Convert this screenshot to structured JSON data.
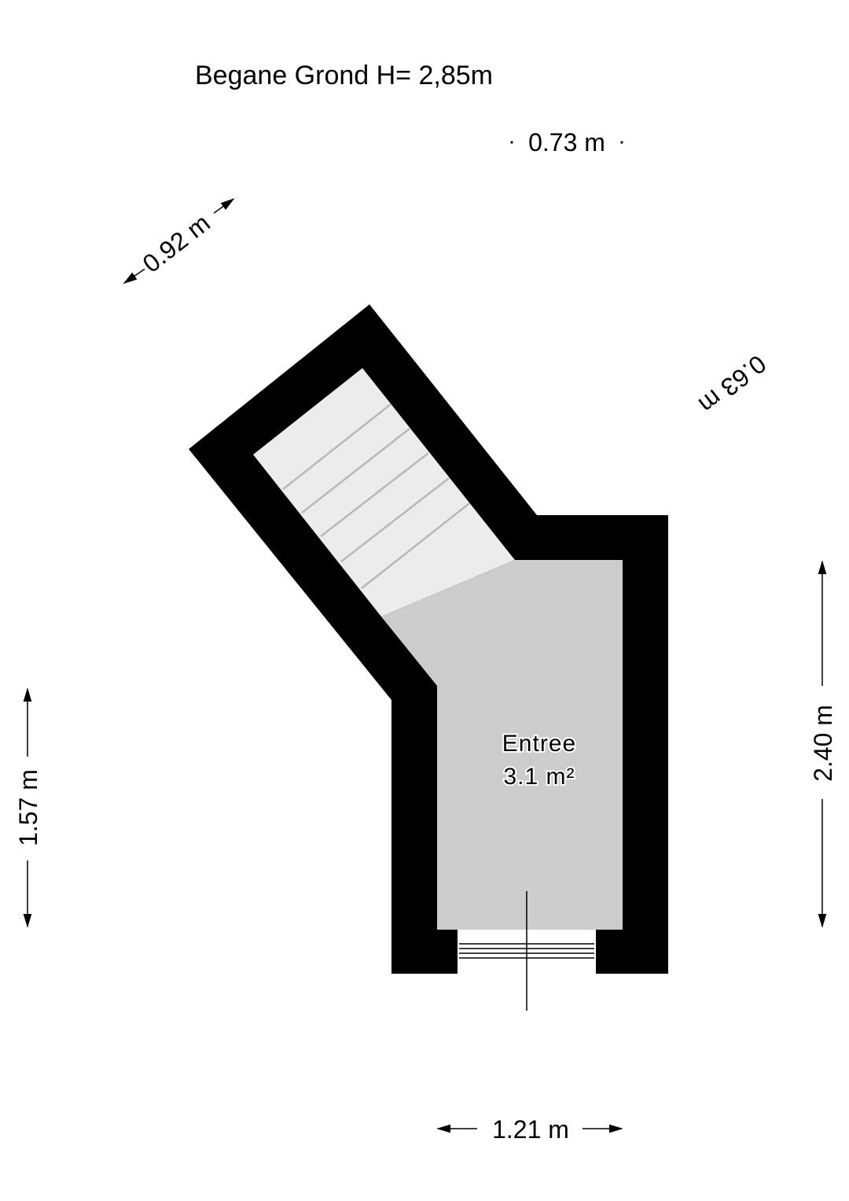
{
  "header": {
    "floor_label": "Begane Grond  H= 2,85m"
  },
  "room": {
    "name": "Entree",
    "area": "3.1 m²"
  },
  "dimensions": {
    "top_small": "0.73 m",
    "diagonal_top_left": "0.92 m",
    "diagonal_right": "0.63 m",
    "left_height": "1.57 m",
    "right_height": "2.40 m",
    "bottom_width": "1.21 m"
  },
  "colors": {
    "wall": "#000000",
    "floor": "#cccccc",
    "stairs": "#ececec",
    "background": "#ffffff"
  }
}
